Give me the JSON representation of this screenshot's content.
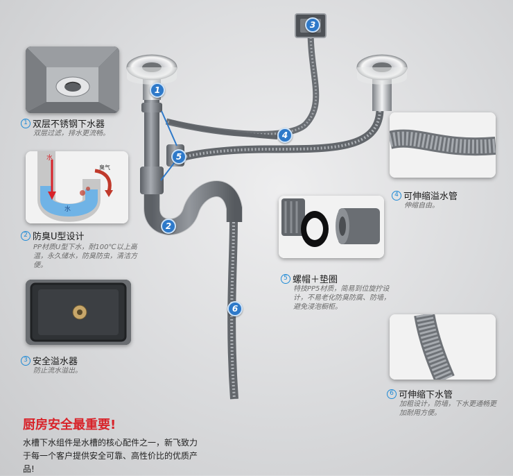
{
  "badges": [
    "1",
    "2",
    "3",
    "4",
    "5",
    "6"
  ],
  "features": [
    {
      "num": "1",
      "title": "双层不锈钢下水器",
      "desc": "双层过滤，排水更流畅。"
    },
    {
      "num": "2",
      "title": "防臭U型设计",
      "desc": "PP材质U型下水，耐100℃以上高温，永久储水，防臭防虫，清洁方便。"
    },
    {
      "num": "3",
      "title": "安全溢水器",
      "desc": "防止流水溢出。"
    },
    {
      "num": "4",
      "title": "可伸缩溢水管",
      "desc": "伸缩自由。"
    },
    {
      "num": "5",
      "title": "螺帽＋垫圈",
      "desc": "特技PP5材质，简易到位旋拧设计，不易老化防臭防腐、防墙，避免浸泡橱柜。"
    },
    {
      "num": "6",
      "title": "可伸缩下水管",
      "desc": "加粗设计，防墙，下水更通畅更加耐用方便。"
    }
  ],
  "diagram_labels": {
    "water_top": "水",
    "water_bottom": "水",
    "odor": "臭气"
  },
  "headline": "厨房安全最重要!",
  "footer": "水槽下水组件是水槽的核心配件之一，新飞致力于每一个客户提供安全可靠、高性价比的优质产品!",
  "colors": {
    "accent_blue": "#1f8ad6",
    "badge_blue": "#2e79c9",
    "headline_red": "#d8232a"
  }
}
